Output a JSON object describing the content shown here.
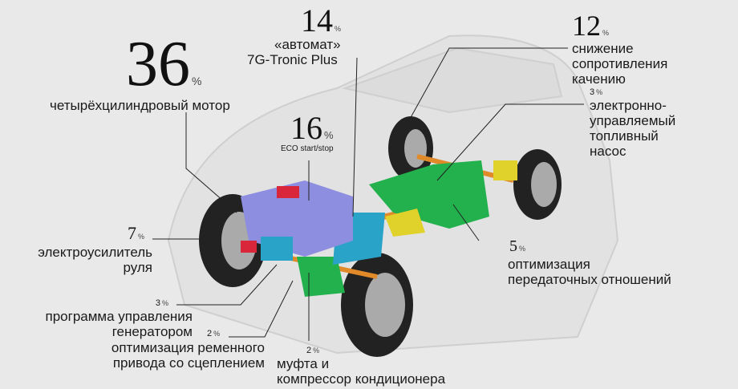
{
  "items": [
    {
      "value": "36",
      "unit": "%",
      "label": "четырёхцилиндровый мотор"
    },
    {
      "value": "14",
      "unit": "%",
      "label_line1": "«автомат»",
      "label_line2": "7G-Tronic Plus"
    },
    {
      "value": "16",
      "unit": "%",
      "label": "ECO start/stop"
    },
    {
      "value": "12",
      "unit": "%",
      "label_lines": [
        "снижение",
        "сопротивления",
        "качению"
      ]
    },
    {
      "value": "3",
      "unit": "%",
      "label_lines": [
        "электронно-",
        "управляемый",
        "топливный",
        "насос"
      ]
    },
    {
      "value": "7",
      "unit": "%",
      "label_lines": [
        "электроусилитель",
        "руля"
      ]
    },
    {
      "value": "5",
      "unit": "%",
      "label_lines": [
        "оптимизация",
        "передаточных отношений"
      ]
    },
    {
      "value": "3",
      "unit": "%",
      "label_lines": [
        "программа управления",
        "генератором"
      ]
    },
    {
      "value": "2",
      "unit": "%",
      "label_lines": [
        "оптимизация ременного",
        "привода со сцеплением"
      ]
    },
    {
      "value": "2",
      "unit": "%",
      "label_lines": [
        "муфта и",
        "компрессор кондиционера"
      ]
    }
  ],
  "colors": {
    "background": "#e9e9e9",
    "engine": "#8e8ee0",
    "transmission": "#2aa3c9",
    "drivetrain": "#22b14c",
    "axle": "#e0d22a",
    "shaft": "#e08a2a",
    "accent": "#d9263b"
  }
}
